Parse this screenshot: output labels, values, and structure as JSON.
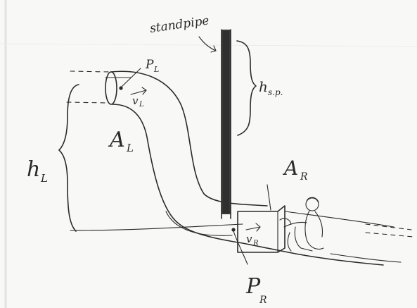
{
  "labels": {
    "standpipe": "standpipe",
    "p_left": "P",
    "p_left_sub": "L",
    "v_left": "v",
    "v_left_sub": "L",
    "a_left": "A",
    "a_left_sub": "L",
    "h_left": "h",
    "h_left_sub": "L",
    "h_sp": "h",
    "h_sp_sub": "s.p.",
    "a_right": "A",
    "a_right_sub": "R",
    "v_right": "v",
    "v_right_sub": "R",
    "p_right": "P",
    "p_right_sub": "R"
  },
  "colors": {
    "ink": "#2a2a2a",
    "standpipe_fill": "#3a3a3a",
    "paper": "#f8f8f6"
  },
  "icons": [
    "person-figure-icon"
  ]
}
